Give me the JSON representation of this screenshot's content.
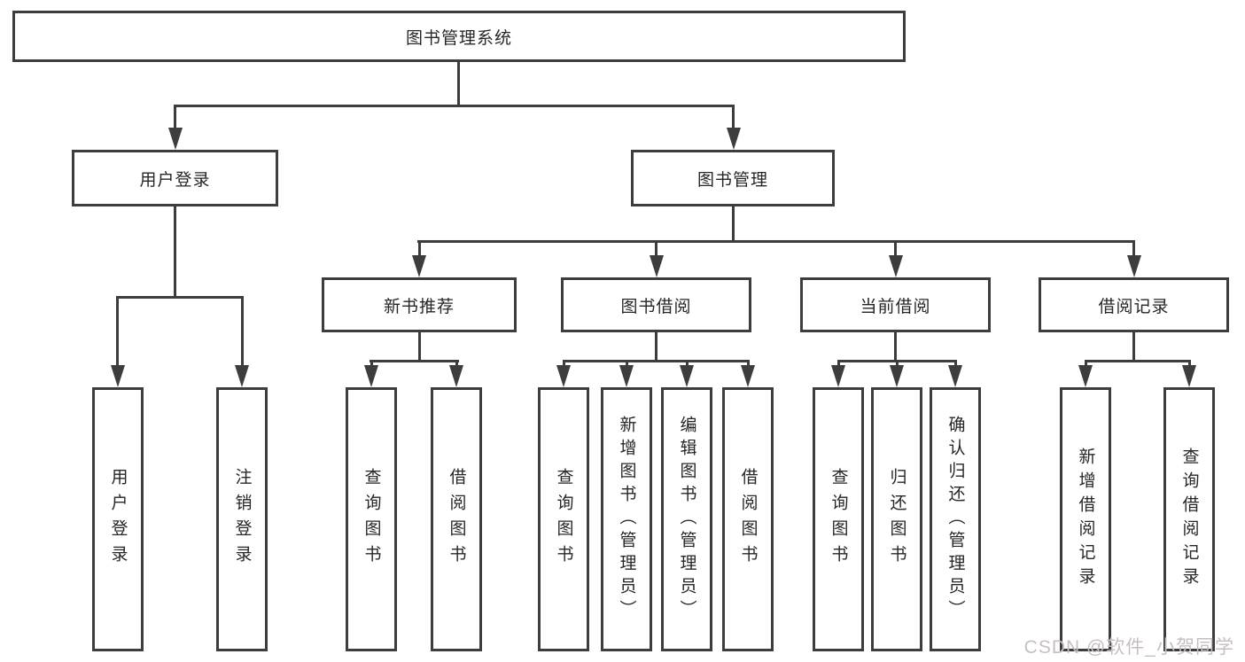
{
  "diagram": {
    "tree": {
      "label": "图书管理系统",
      "children": [
        {
          "label": "用户登录",
          "children": [
            {
              "label": "用户登录"
            },
            {
              "label": "注销登录"
            }
          ]
        },
        {
          "label": "图书管理",
          "children": [
            {
              "label": "新书推荐",
              "children": [
                {
                  "label": "查询图书"
                },
                {
                  "label": "借阅图书"
                }
              ]
            },
            {
              "label": "图书借阅",
              "children": [
                {
                  "label": "查询图书"
                },
                {
                  "label": "新增图书（管理员）"
                },
                {
                  "label": "编辑图书（管理员）"
                },
                {
                  "label": "借阅图书"
                }
              ]
            },
            {
              "label": "当前借阅",
              "children": [
                {
                  "label": "查询图书"
                },
                {
                  "label": "归还图书"
                },
                {
                  "label": "确认归还（管理员）"
                }
              ]
            },
            {
              "label": "借阅记录",
              "children": [
                {
                  "label": "新增借阅记录"
                },
                {
                  "label": "查询借阅记录"
                }
              ]
            }
          ]
        }
      ]
    },
    "colors": {
      "line": "#3d3d3d",
      "text": "#262626",
      "background": "#ffffff",
      "watermark": "#c7bfbf"
    }
  },
  "watermark": {
    "text": "CSDN @软件_小贺同学"
  }
}
